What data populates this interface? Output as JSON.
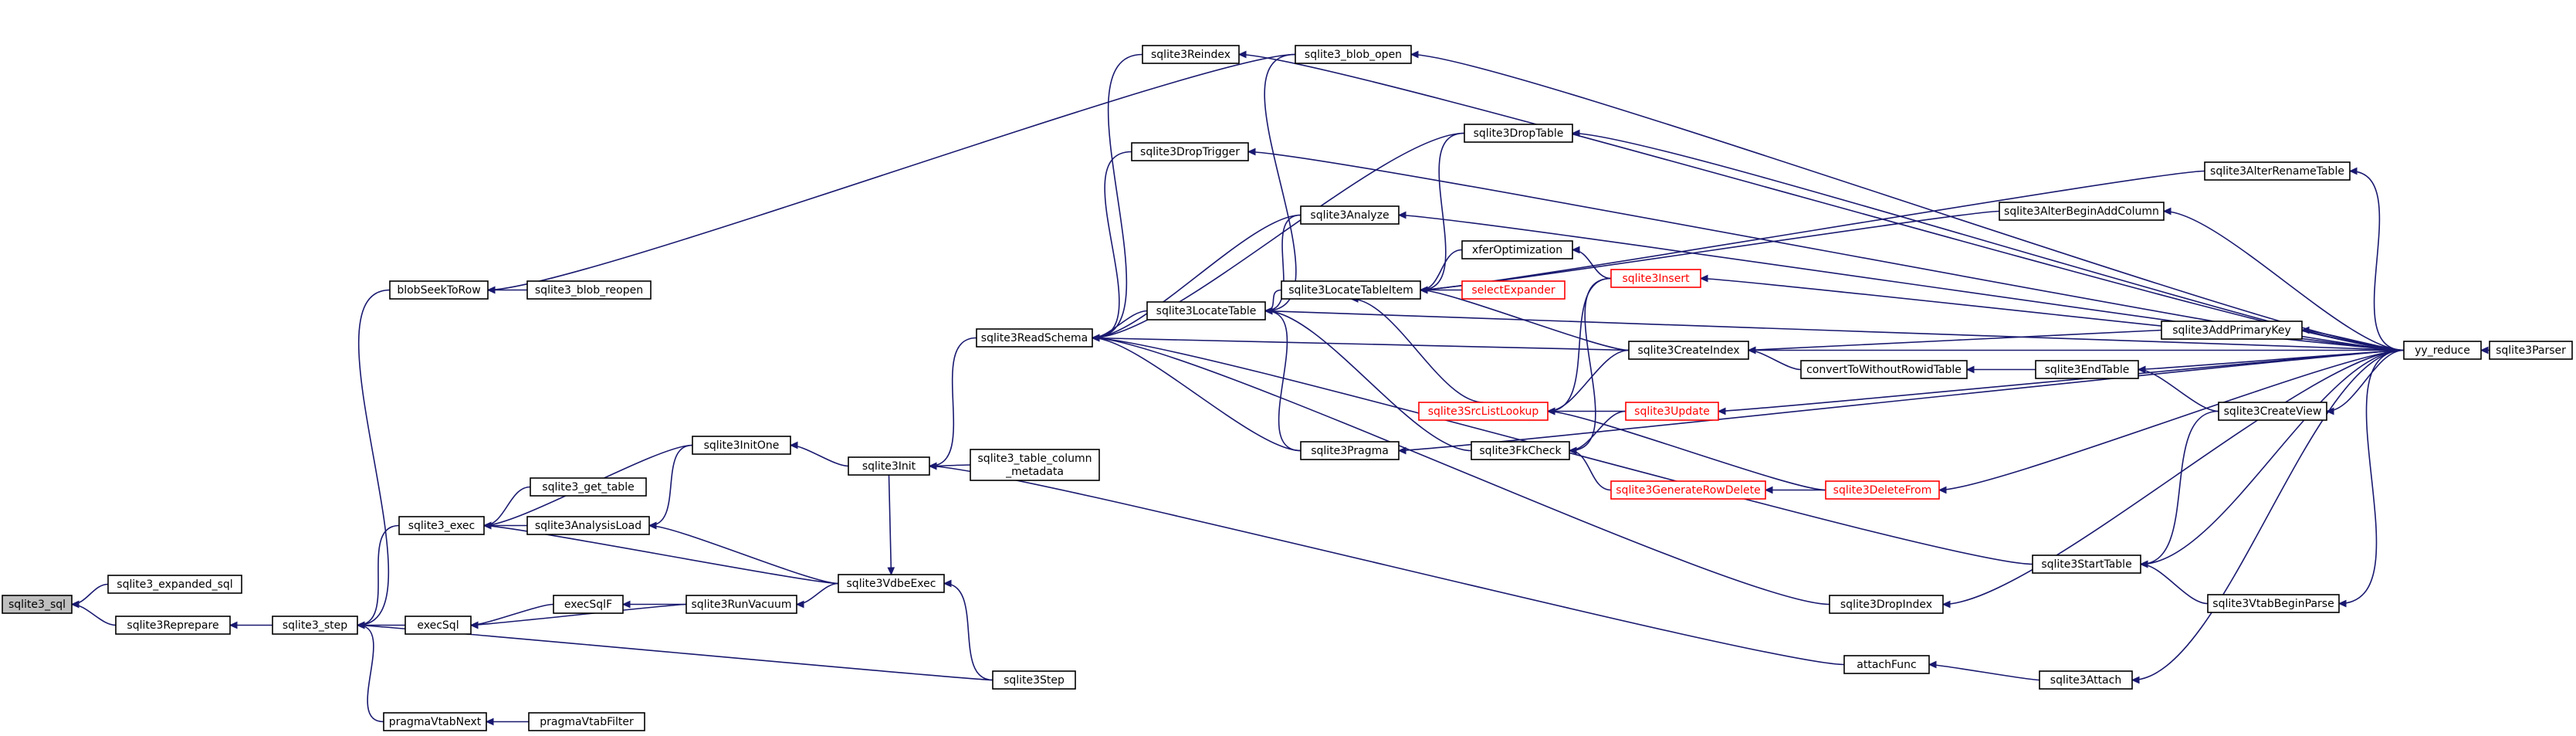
{
  "colors": {
    "edge": "#191970",
    "node_border": "#000000",
    "node_fill": "#ffffff",
    "root_fill": "#bfbfbf",
    "incomplete_border": "#ff0000"
  },
  "nodes": [
    {
      "id": "sqlite3_sql",
      "label": "sqlite3_sql",
      "style": "root"
    },
    {
      "id": "sqlite3_expanded_sql",
      "label": "sqlite3_expanded_sql"
    },
    {
      "id": "sqlite3Reprepare",
      "label": "sqlite3Reprepare"
    },
    {
      "id": "sqlite3_step",
      "label": "sqlite3_step"
    },
    {
      "id": "blobSeekToRow",
      "label": "blobSeekToRow"
    },
    {
      "id": "sqlite3_blob_reopen",
      "label": "sqlite3_blob_reopen"
    },
    {
      "id": "sqlite3_exec",
      "label": "sqlite3_exec"
    },
    {
      "id": "sqlite3_get_table",
      "label": "sqlite3_get_table"
    },
    {
      "id": "sqlite3AnalysisLoad",
      "label": "sqlite3AnalysisLoad"
    },
    {
      "id": "sqlite3InitOne",
      "label": "sqlite3InitOne"
    },
    {
      "id": "execSql",
      "label": "execSql"
    },
    {
      "id": "execSqlF",
      "label": "execSqlF"
    },
    {
      "id": "sqlite3RunVacuum",
      "label": "sqlite3RunVacuum"
    },
    {
      "id": "sqlite3VdbeExec",
      "label": "sqlite3VdbeExec"
    },
    {
      "id": "pragmaVtabNext",
      "label": "pragmaVtabNext"
    },
    {
      "id": "pragmaVtabFilter",
      "label": "pragmaVtabFilter"
    },
    {
      "id": "sqlite3Init",
      "label": "sqlite3Init"
    },
    {
      "id": "sqlite3ReadSchema",
      "label": "sqlite3ReadSchema"
    },
    {
      "id": "sqlite3_table_column_metadata",
      "label": "sqlite3_table_column",
      "label2": "_metadata"
    },
    {
      "id": "sqlite3Step",
      "label": "sqlite3Step"
    },
    {
      "id": "sqlite3Reindex",
      "label": "sqlite3Reindex"
    },
    {
      "id": "sqlite3DropTrigger",
      "label": "sqlite3DropTrigger"
    },
    {
      "id": "sqlite3LocateTable",
      "label": "sqlite3LocateTable"
    },
    {
      "id": "sqlite3_blob_open",
      "label": "sqlite3_blob_open"
    },
    {
      "id": "sqlite3Analyze",
      "label": "sqlite3Analyze"
    },
    {
      "id": "sqlite3Pragma",
      "label": "sqlite3Pragma"
    },
    {
      "id": "sqlite3LocateTableItem",
      "label": "sqlite3LocateTableItem"
    },
    {
      "id": "sqlite3DropTable",
      "label": "sqlite3DropTable"
    },
    {
      "id": "xferOptimization",
      "label": "xferOptimization"
    },
    {
      "id": "selectExpander",
      "label": "selectExpander",
      "style": "red"
    },
    {
      "id": "sqlite3SrcListLookup",
      "label": "sqlite3SrcListLookup",
      "style": "red"
    },
    {
      "id": "sqlite3FkCheck",
      "label": "sqlite3FkCheck"
    },
    {
      "id": "sqlite3Insert",
      "label": "sqlite3Insert",
      "style": "red"
    },
    {
      "id": "sqlite3CreateIndex",
      "label": "sqlite3CreateIndex"
    },
    {
      "id": "sqlite3Update",
      "label": "sqlite3Update",
      "style": "red"
    },
    {
      "id": "sqlite3GenerateRowDelete",
      "label": "sqlite3GenerateRowDelete",
      "style": "red"
    },
    {
      "id": "sqlite3DeleteFrom",
      "label": "sqlite3DeleteFrom",
      "style": "red"
    },
    {
      "id": "convertToWithoutRowidTable",
      "label": "convertToWithoutRowidTable"
    },
    {
      "id": "sqlite3AlterRenameTable",
      "label": "sqlite3AlterRenameTable"
    },
    {
      "id": "sqlite3AlterBeginAddColumn",
      "label": "sqlite3AlterBeginAddColumn"
    },
    {
      "id": "sqlite3AddPrimaryKey",
      "label": "sqlite3AddPrimaryKey"
    },
    {
      "id": "sqlite3EndTable",
      "label": "sqlite3EndTable"
    },
    {
      "id": "sqlite3CreateView",
      "label": "sqlite3CreateView"
    },
    {
      "id": "sqlite3StartTable",
      "label": "sqlite3StartTable"
    },
    {
      "id": "sqlite3VtabBeginParse",
      "label": "sqlite3VtabBeginParse"
    },
    {
      "id": "sqlite3DropIndex",
      "label": "sqlite3DropIndex"
    },
    {
      "id": "attachFunc",
      "label": "attachFunc"
    },
    {
      "id": "sqlite3Attach",
      "label": "sqlite3Attach"
    },
    {
      "id": "yy_reduce",
      "label": "yy_reduce"
    },
    {
      "id": "sqlite3Parser",
      "label": "sqlite3Parser"
    }
  ],
  "edges": [
    [
      "sqlite3_sql",
      "sqlite3_expanded_sql"
    ],
    [
      "sqlite3_sql",
      "sqlite3Reprepare"
    ],
    [
      "sqlite3Reprepare",
      "sqlite3_step"
    ],
    [
      "sqlite3_step",
      "blobSeekToRow"
    ],
    [
      "sqlite3_step",
      "sqlite3_exec"
    ],
    [
      "sqlite3_step",
      "execSql"
    ],
    [
      "sqlite3_step",
      "pragmaVtabNext"
    ],
    [
      "sqlite3_step",
      "sqlite3Step"
    ],
    [
      "blobSeekToRow",
      "sqlite3_blob_reopen"
    ],
    [
      "blobSeekToRow",
      "sqlite3_blob_open"
    ],
    [
      "sqlite3_exec",
      "sqlite3InitOne"
    ],
    [
      "sqlite3_exec",
      "sqlite3_get_table"
    ],
    [
      "sqlite3_exec",
      "sqlite3AnalysisLoad"
    ],
    [
      "sqlite3_exec",
      "sqlite3VdbeExec"
    ],
    [
      "execSql",
      "execSqlF"
    ],
    [
      "execSql",
      "sqlite3RunVacuum"
    ],
    [
      "execSqlF",
      "sqlite3RunVacuum"
    ],
    [
      "sqlite3RunVacuum",
      "sqlite3VdbeExec"
    ],
    [
      "pragmaVtabNext",
      "pragmaVtabFilter"
    ],
    [
      "sqlite3AnalysisLoad",
      "sqlite3InitOne"
    ],
    [
      "sqlite3AnalysisLoad",
      "sqlite3VdbeExec"
    ],
    [
      "sqlite3InitOne",
      "sqlite3Init"
    ],
    [
      "sqlite3VdbeExec",
      "sqlite3Init"
    ],
    [
      "sqlite3VdbeExec",
      "sqlite3Step"
    ],
    [
      "sqlite3Init",
      "sqlite3ReadSchema"
    ],
    [
      "sqlite3Init",
      "sqlite3_table_column_metadata"
    ],
    [
      "sqlite3Init",
      "attachFunc"
    ],
    [
      "sqlite3ReadSchema",
      "sqlite3Reindex"
    ],
    [
      "sqlite3ReadSchema",
      "sqlite3DropTrigger"
    ],
    [
      "sqlite3ReadSchema",
      "sqlite3LocateTable"
    ],
    [
      "sqlite3ReadSchema",
      "sqlite3Analyze"
    ],
    [
      "sqlite3ReadSchema",
      "sqlite3Pragma"
    ],
    [
      "sqlite3ReadSchema",
      "sqlite3DropTable"
    ],
    [
      "sqlite3ReadSchema",
      "sqlite3CreateIndex"
    ],
    [
      "sqlite3ReadSchema",
      "sqlite3StartTable"
    ],
    [
      "sqlite3ReadSchema",
      "sqlite3DropIndex"
    ],
    [
      "sqlite3LocateTable",
      "sqlite3_blob_open"
    ],
    [
      "sqlite3LocateTable",
      "sqlite3Analyze"
    ],
    [
      "sqlite3LocateTable",
      "sqlite3LocateTableItem"
    ],
    [
      "sqlite3LocateTable",
      "sqlite3Pragma"
    ],
    [
      "sqlite3LocateTable",
      "sqlite3FkCheck"
    ],
    [
      "sqlite3LocateTableItem",
      "sqlite3DropTable"
    ],
    [
      "sqlite3LocateTableItem",
      "sqlite3AlterRenameTable"
    ],
    [
      "sqlite3LocateTableItem",
      "sqlite3AlterBeginAddColumn"
    ],
    [
      "sqlite3LocateTableItem",
      "xferOptimization"
    ],
    [
      "sqlite3LocateTableItem",
      "selectExpander"
    ],
    [
      "sqlite3LocateTableItem",
      "sqlite3SrcListLookup"
    ],
    [
      "sqlite3LocateTableItem",
      "sqlite3CreateIndex"
    ],
    [
      "xferOptimization",
      "sqlite3Insert"
    ],
    [
      "sqlite3SrcListLookup",
      "sqlite3Insert"
    ],
    [
      "sqlite3SrcListLookup",
      "sqlite3CreateIndex"
    ],
    [
      "sqlite3SrcListLookup",
      "sqlite3Update"
    ],
    [
      "sqlite3SrcListLookup",
      "sqlite3DeleteFrom"
    ],
    [
      "sqlite3FkCheck",
      "sqlite3Insert"
    ],
    [
      "sqlite3FkCheck",
      "sqlite3Update"
    ],
    [
      "sqlite3FkCheck",
      "sqlite3GenerateRowDelete"
    ],
    [
      "sqlite3GenerateRowDelete",
      "sqlite3DeleteFrom"
    ],
    [
      "sqlite3CreateIndex",
      "sqlite3AddPrimaryKey"
    ],
    [
      "sqlite3CreateIndex",
      "convertToWithoutRowidTable"
    ],
    [
      "sqlite3CreateIndex",
      "yy_reduce"
    ],
    [
      "convertToWithoutRowidTable",
      "sqlite3EndTable"
    ],
    [
      "sqlite3EndTable",
      "sqlite3CreateView"
    ],
    [
      "sqlite3EndTable",
      "yy_reduce"
    ],
    [
      "sqlite3StartTable",
      "sqlite3CreateView"
    ],
    [
      "sqlite3StartTable",
      "sqlite3VtabBeginParse"
    ],
    [
      "sqlite3StartTable",
      "yy_reduce"
    ],
    [
      "attachFunc",
      "sqlite3Attach"
    ],
    [
      "sqlite3Reindex",
      "yy_reduce"
    ],
    [
      "sqlite3_blob_open",
      "yy_reduce"
    ],
    [
      "sqlite3DropTrigger",
      "yy_reduce"
    ],
    [
      "sqlite3Analyze",
      "yy_reduce"
    ],
    [
      "sqlite3DropTable",
      "yy_reduce"
    ],
    [
      "sqlite3AlterRenameTable",
      "yy_reduce"
    ],
    [
      "sqlite3AlterBeginAddColumn",
      "yy_reduce"
    ],
    [
      "sqlite3Insert",
      "yy_reduce"
    ],
    [
      "sqlite3AddPrimaryKey",
      "yy_reduce"
    ],
    [
      "sqlite3Update",
      "yy_reduce"
    ],
    [
      "sqlite3Pragma",
      "yy_reduce"
    ],
    [
      "sqlite3DeleteFrom",
      "yy_reduce"
    ],
    [
      "sqlite3CreateView",
      "yy_reduce"
    ],
    [
      "sqlite3VtabBeginParse",
      "yy_reduce"
    ],
    [
      "sqlite3DropIndex",
      "yy_reduce"
    ],
    [
      "sqlite3Attach",
      "yy_reduce"
    ],
    [
      "sqlite3LocateTable",
      "yy_reduce"
    ],
    [
      "yy_reduce",
      "sqlite3Parser"
    ]
  ]
}
